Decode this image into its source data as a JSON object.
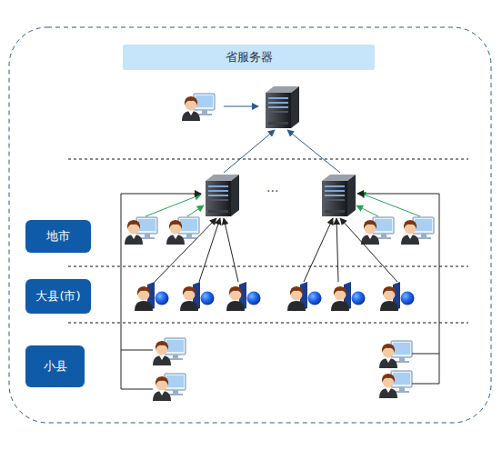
{
  "diagram": {
    "nodes": [
      {
        "text": [
          "省服务器"
        ]
      },
      {
        "text": [
          "地市"
        ]
      },
      {
        "text": [
          "大县(市)"
        ]
      },
      {
        "text": [
          "小县"
        ]
      }
    ],
    "labels": [
      "···"
    ]
  }
}
